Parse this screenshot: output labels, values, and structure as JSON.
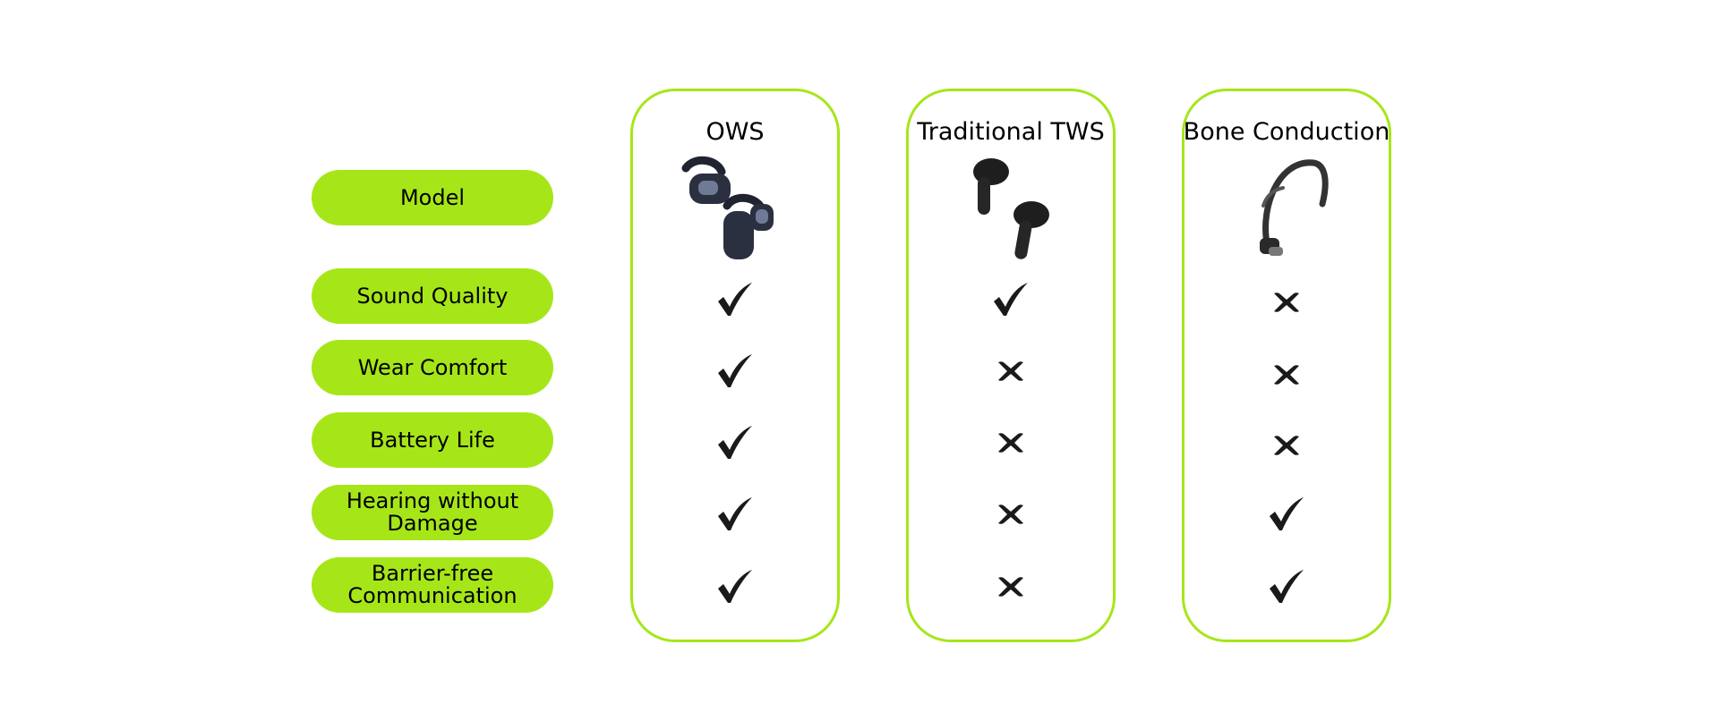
{
  "row_labels": [
    "Model",
    "Sound Quality",
    "Wear Comfort",
    "Battery Life",
    "Hearing without Damage",
    "Barrier-free Communication"
  ],
  "columns": [
    {
      "title": "OWS",
      "product_icon": "open-wearable-earbuds-icon",
      "marks": [
        "check",
        "check",
        "check",
        "check",
        "check"
      ]
    },
    {
      "title": "Traditional TWS",
      "product_icon": "true-wireless-earbuds-icon",
      "marks": [
        "check",
        "cross",
        "cross",
        "cross",
        "cross"
      ]
    },
    {
      "title": "Bone Conduction",
      "product_icon": "bone-conduction-headphones-icon",
      "marks": [
        "cross",
        "cross",
        "cross",
        "check",
        "check"
      ]
    }
  ],
  "colors": {
    "accent": "#a6e619",
    "mark": "#1a1a1a"
  }
}
